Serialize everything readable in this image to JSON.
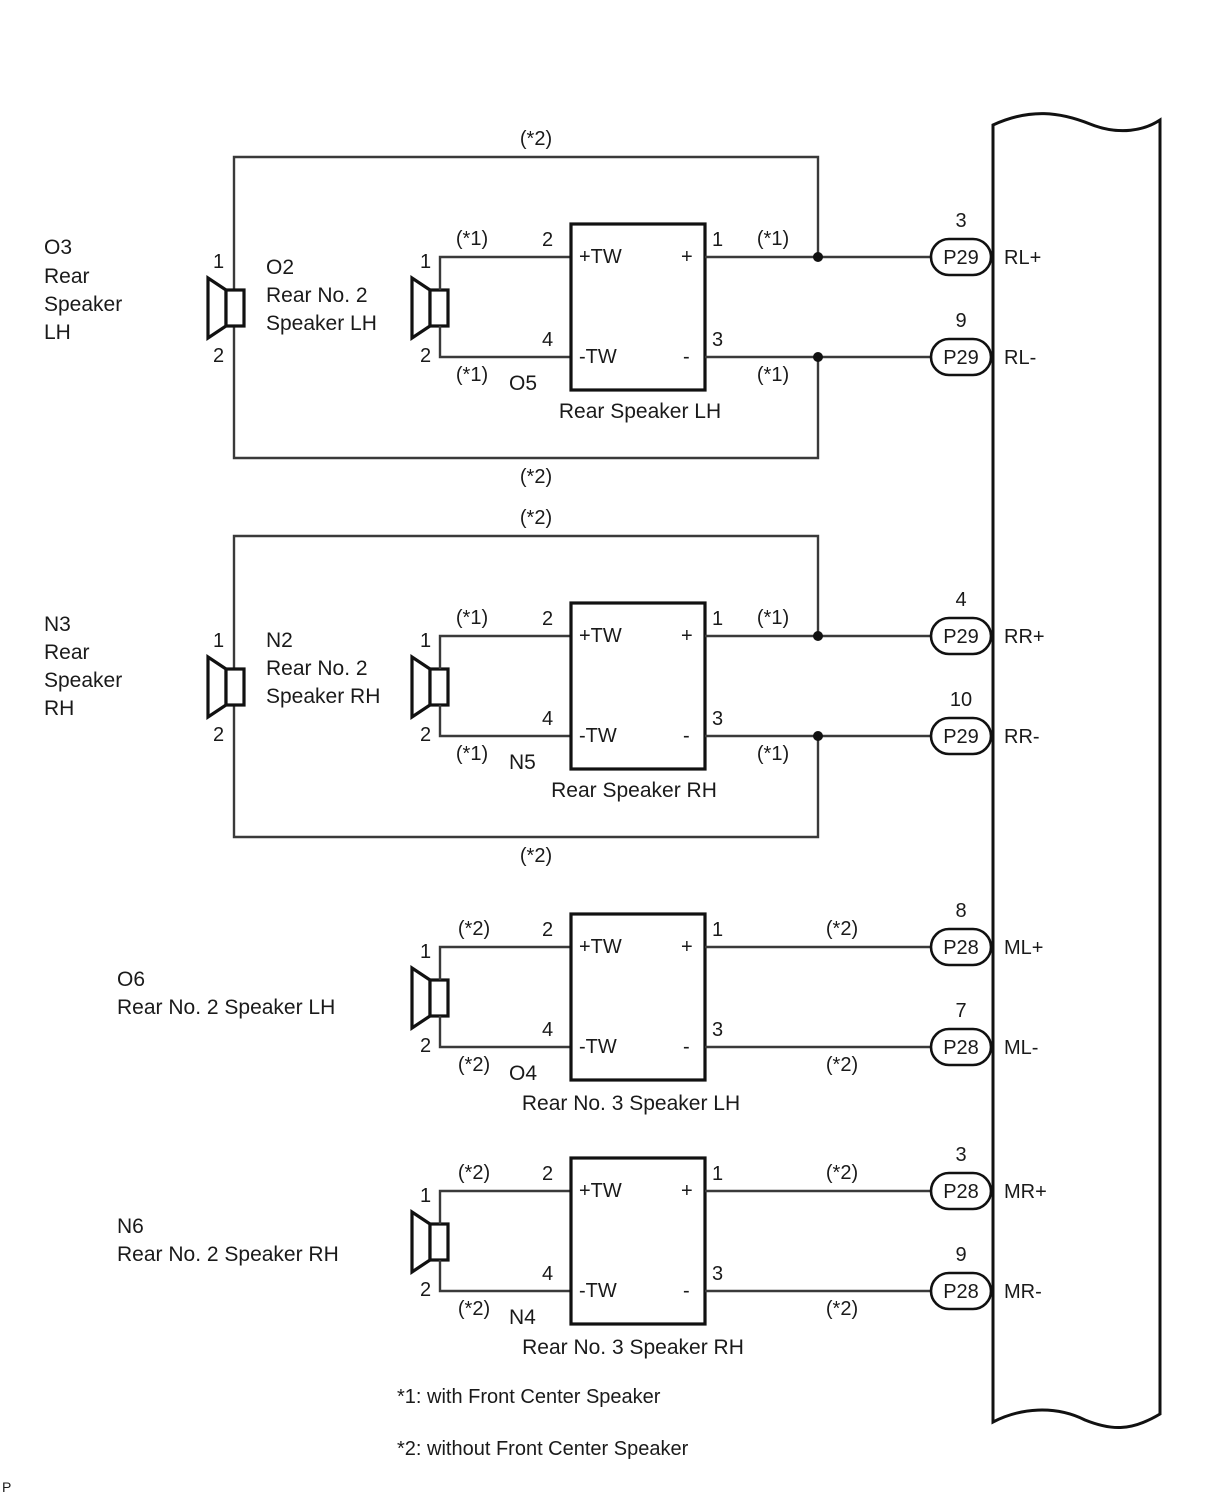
{
  "diagram": {
    "type": "wiring-diagram",
    "subject": "Rear speaker circuit"
  },
  "speaker_groups": [
    {
      "id": "rear-lh",
      "outer_speaker": {
        "code": "O3",
        "lines": [
          "Rear",
          "Speaker",
          "LH"
        ],
        "pin_top": "1",
        "pin_bottom": "2"
      },
      "inner_speaker": {
        "code": "O2",
        "lines": [
          "Rear No. 2",
          "Speaker LH"
        ],
        "pin_top": "1",
        "pin_bottom": "2"
      },
      "unit": {
        "code": "O5",
        "name": "Rear Speaker LH",
        "in_pos": "+TW",
        "in_neg": "-TW",
        "out_pos": "+",
        "out_neg": "-",
        "pin_in_pos": "2",
        "pin_in_neg": "4",
        "pin_out_pos": "1",
        "pin_out_neg": "3"
      },
      "notes": {
        "bypass_top": "(*2)",
        "bypass_bottom": "(*2)",
        "in_top": "(*1)",
        "in_bottom": "(*1)",
        "out_top": "(*1)",
        "out_bottom": "(*1)"
      },
      "terminals": [
        {
          "pin": "3",
          "connector": "P29",
          "signal": "RL+"
        },
        {
          "pin": "9",
          "connector": "P29",
          "signal": "RL-"
        }
      ]
    },
    {
      "id": "rear-rh",
      "outer_speaker": {
        "code": "N3",
        "lines": [
          "Rear",
          "Speaker",
          "RH"
        ],
        "pin_top": "1",
        "pin_bottom": "2"
      },
      "inner_speaker": {
        "code": "N2",
        "lines": [
          "Rear No. 2",
          "Speaker RH"
        ],
        "pin_top": "1",
        "pin_bottom": "2"
      },
      "unit": {
        "code": "N5",
        "name": "Rear Speaker RH",
        "in_pos": "+TW",
        "in_neg": "-TW",
        "out_pos": "+",
        "out_neg": "-",
        "pin_in_pos": "2",
        "pin_in_neg": "4",
        "pin_out_pos": "1",
        "pin_out_neg": "3"
      },
      "notes": {
        "bypass_top": "(*2)",
        "bypass_bottom": "(*2)",
        "in_top": "(*1)",
        "in_bottom": "(*1)",
        "out_top": "(*1)",
        "out_bottom": "(*1)"
      },
      "terminals": [
        {
          "pin": "4",
          "connector": "P29",
          "signal": "RR+"
        },
        {
          "pin": "10",
          "connector": "P29",
          "signal": "RR-"
        }
      ]
    },
    {
      "id": "rear3-lh",
      "inner_speaker": {
        "code": "O6",
        "lines": [
          "Rear No. 2 Speaker LH"
        ],
        "pin_top": "1",
        "pin_bottom": "2"
      },
      "unit": {
        "code": "O4",
        "name": "Rear No. 3 Speaker LH",
        "in_pos": "+TW",
        "in_neg": "-TW",
        "out_pos": "+",
        "out_neg": "-",
        "pin_in_pos": "2",
        "pin_in_neg": "4",
        "pin_out_pos": "1",
        "pin_out_neg": "3"
      },
      "notes": {
        "in_top": "(*2)",
        "in_bottom": "(*2)",
        "out_top": "(*2)",
        "out_bottom": "(*2)"
      },
      "terminals": [
        {
          "pin": "8",
          "connector": "P28",
          "signal": "ML+"
        },
        {
          "pin": "7",
          "connector": "P28",
          "signal": "ML-"
        }
      ]
    },
    {
      "id": "rear3-rh",
      "inner_speaker": {
        "code": "N6",
        "lines": [
          "Rear No. 2 Speaker RH"
        ],
        "pin_top": "1",
        "pin_bottom": "2"
      },
      "unit": {
        "code": "N4",
        "name": "Rear No. 3 Speaker RH",
        "in_pos": "+TW",
        "in_neg": "-TW",
        "out_pos": "+",
        "out_neg": "-",
        "pin_in_pos": "2",
        "pin_in_neg": "4",
        "pin_out_pos": "1",
        "pin_out_neg": "3"
      },
      "notes": {
        "in_top": "(*2)",
        "in_bottom": "(*2)",
        "out_top": "(*2)",
        "out_bottom": "(*2)"
      },
      "terminals": [
        {
          "pin": "3",
          "connector": "P28",
          "signal": "MR+"
        },
        {
          "pin": "9",
          "connector": "P28",
          "signal": "MR-"
        }
      ]
    }
  ],
  "legend": [
    "*1: with Front Center Speaker",
    "*2: without Front Center Speaker"
  ],
  "corner_mark": "P"
}
